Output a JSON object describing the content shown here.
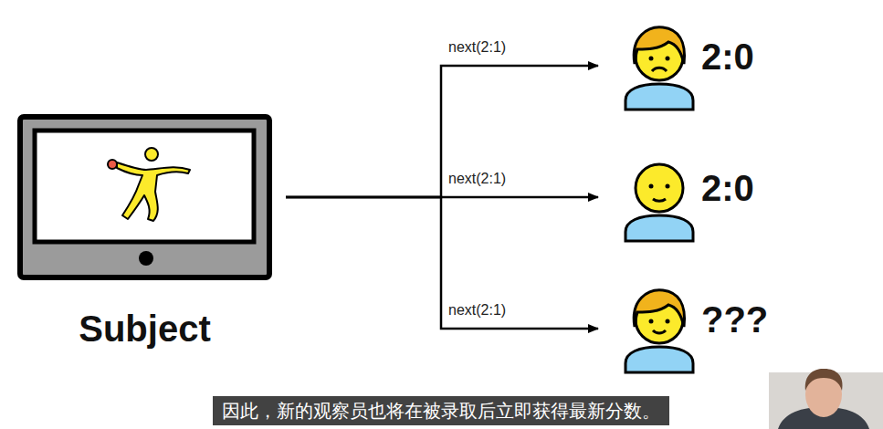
{
  "diagram": {
    "caption": "因此，新的观察员也将在被录取后立即获得最新分数。",
    "nodes": [
      {
        "text": [
          "Subject"
        ]
      },
      {
        "text": [
          "2:0"
        ]
      },
      {
        "text": [
          "2:0"
        ]
      },
      {
        "text": [
          "???"
        ]
      }
    ],
    "edges": [
      {
        "from": 0,
        "to": 1,
        "arrow": "to",
        "label": "next(2:1)"
      },
      {
        "from": 0,
        "to": 2,
        "arrow": "to",
        "label": "next(2:1)"
      },
      {
        "from": 0,
        "to": 3,
        "arrow": "to",
        "label": "next(2:1)"
      }
    ]
  }
}
